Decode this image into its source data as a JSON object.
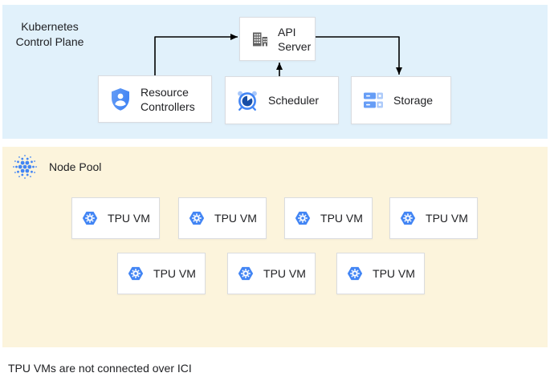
{
  "colors": {
    "canvas_bg": "#FFFFFF",
    "control_plane_bg": "#E1F1FB",
    "node_pool_bg": "#FCF4DC",
    "box_bg": "#FFFFFF",
    "box_border": "#DADCE0",
    "text": "#202124",
    "arrow": "#000000",
    "icon_blue": "#4285F4",
    "icon_blue_mid": "#669DF6",
    "icon_blue_light": "#AECBFA",
    "icon_blue_dark": "#174EA6",
    "icon_bell_blue": "#A8C7FA",
    "icon_gray": "#616161"
  },
  "control_plane": {
    "label": "Kubernetes Control Plane",
    "nodes": {
      "api_server": {
        "label": "API Server",
        "icon": "building-icon"
      },
      "resource_controllers": {
        "label": "Resource Controllers",
        "icon": "shield-person-icon"
      },
      "scheduler": {
        "label": "Scheduler",
        "icon": "alarm-clock-icon"
      },
      "storage": {
        "label": "Storage",
        "icon": "server-stack-icon"
      }
    },
    "edges": [
      {
        "from": "resource_controllers",
        "to": "api_server"
      },
      {
        "from": "scheduler",
        "to": "api_server"
      },
      {
        "from": "api_server",
        "to": "storage"
      }
    ]
  },
  "node_pool": {
    "label": "Node Pool",
    "icon": "dot-cluster-icon",
    "vms": [
      {
        "label": "TPU VM"
      },
      {
        "label": "TPU VM"
      },
      {
        "label": "TPU VM"
      },
      {
        "label": "TPU VM"
      },
      {
        "label": "TPU VM"
      },
      {
        "label": "TPU VM"
      },
      {
        "label": "TPU VM"
      }
    ]
  },
  "caption": "TPU VMs are not connected over ICI"
}
